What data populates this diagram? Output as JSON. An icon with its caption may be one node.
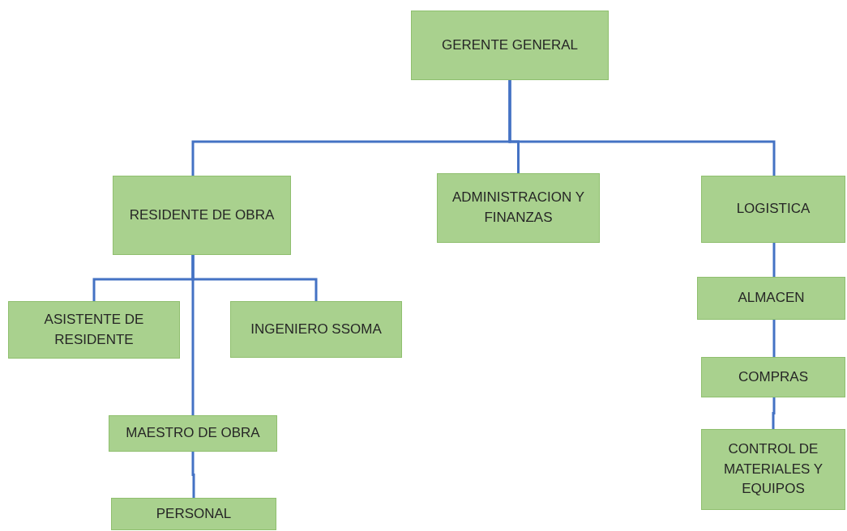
{
  "diagram": {
    "nodes": [
      {
        "text": [
          "GERENTE GENERAL"
        ]
      },
      {
        "text": [
          "RESIDENTE DE OBRA"
        ]
      },
      {
        "text": [
          "ADMINISTRACION Y FINANZAS"
        ]
      },
      {
        "text": [
          "LOGISTICA"
        ]
      },
      {
        "text": [
          "ASISTENTE DE RESIDENTE"
        ]
      },
      {
        "text": [
          "INGENIERO SSOMA"
        ]
      },
      {
        "text": [
          "MAESTRO DE OBRA"
        ]
      },
      {
        "text": [
          "PERSONAL"
        ]
      },
      {
        "text": [
          "ALMACEN"
        ]
      },
      {
        "text": [
          "COMPRAS"
        ]
      },
      {
        "text": [
          "CONTROL DE MATERIALES Y EQUIPOS"
        ]
      }
    ],
    "edges": [
      {
        "from": 0,
        "to": 1,
        "arrow": "none"
      },
      {
        "from": 0,
        "to": 2,
        "arrow": "none"
      },
      {
        "from": 0,
        "to": 3,
        "arrow": "none"
      },
      {
        "from": 1,
        "to": 4,
        "arrow": "none"
      },
      {
        "from": 1,
        "to": 5,
        "arrow": "none"
      },
      {
        "from": 1,
        "to": 6,
        "arrow": "none"
      },
      {
        "from": 6,
        "to": 7,
        "arrow": "none"
      },
      {
        "from": 3,
        "to": 8,
        "arrow": "none"
      },
      {
        "from": 8,
        "to": 9,
        "arrow": "none"
      },
      {
        "from": 9,
        "to": 10,
        "arrow": "none"
      }
    ]
  }
}
